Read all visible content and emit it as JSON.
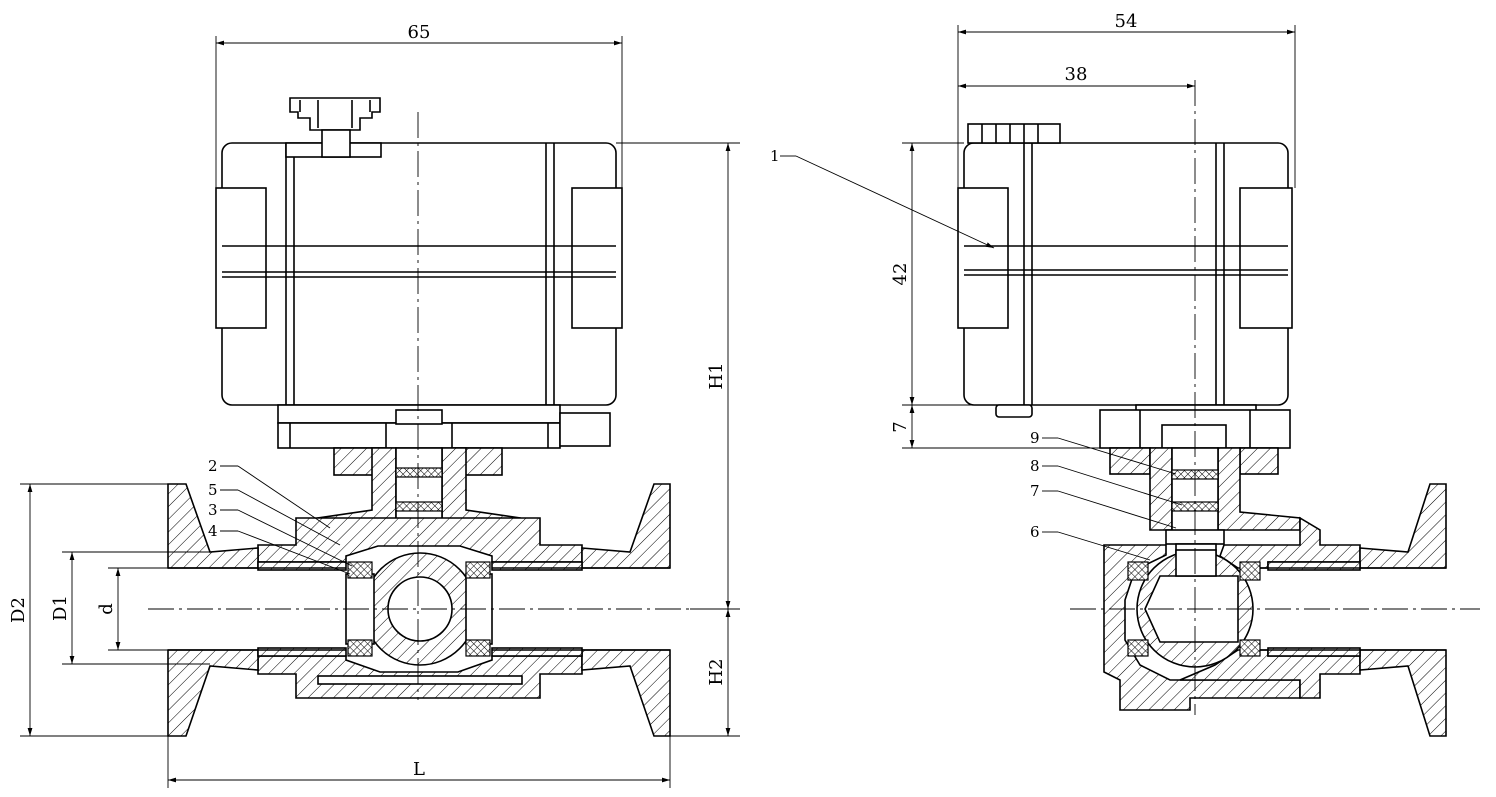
{
  "front_view": {
    "dimensions": {
      "width": "65",
      "height_overall": "H1",
      "height_lower": "H2",
      "flange_dia": "D2",
      "pipe_dia": "D1",
      "bore": "d",
      "length": "L"
    },
    "balloons": [
      "2",
      "5",
      "3",
      "4"
    ]
  },
  "side_view": {
    "dimensions": {
      "width": "54",
      "axis_offset": "38",
      "actuator_height": "42",
      "bracket_height": "7"
    },
    "balloons": [
      "1",
      "9",
      "8",
      "7",
      "6"
    ]
  }
}
